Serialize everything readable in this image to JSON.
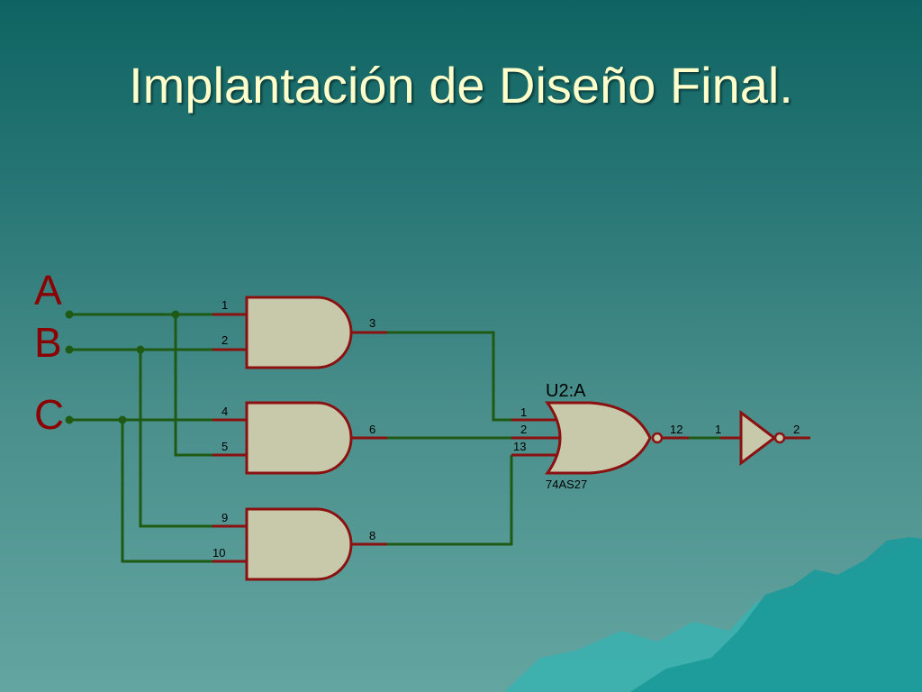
{
  "slide": {
    "title": "Implantación de Diseño Final."
  },
  "inputs": {
    "a": "A",
    "b": "B",
    "c": "C"
  },
  "gate1": {
    "in1": "1",
    "in2": "2",
    "out": "3"
  },
  "gate2": {
    "in1": "4",
    "in2": "5",
    "out": "6"
  },
  "gate3": {
    "in1": "9",
    "in2": "10",
    "out": "8"
  },
  "nor_gate": {
    "ref": "U2:A",
    "part": "74AS27",
    "in1": "1",
    "in2": "2",
    "in3": "13",
    "out": "12"
  },
  "inverter": {
    "in": "1",
    "out": "2"
  },
  "colors": {
    "background_top": "#0e6462",
    "background_bottom": "#63a5a1",
    "title": "#ffffcc",
    "wire": "#1e5a14",
    "pin": "#8b1010",
    "gate_fill": "#c8c8aa",
    "input_label": "#8b0000"
  }
}
